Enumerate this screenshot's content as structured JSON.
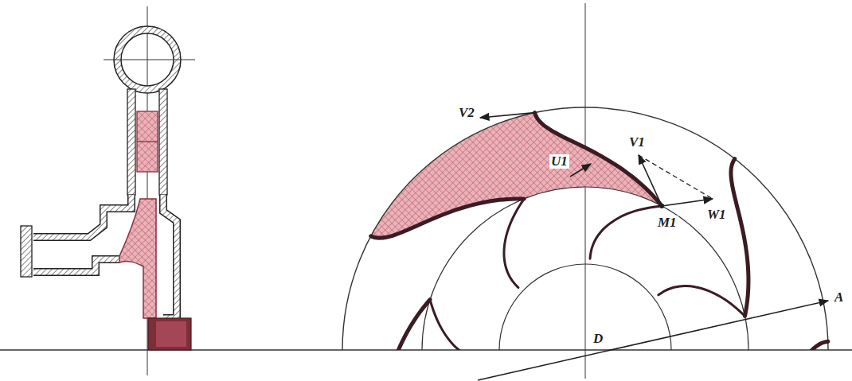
{
  "diagram": {
    "labels": [
      "V2",
      "U1",
      "V1",
      "W1",
      "M1",
      "A",
      "D"
    ]
  }
}
